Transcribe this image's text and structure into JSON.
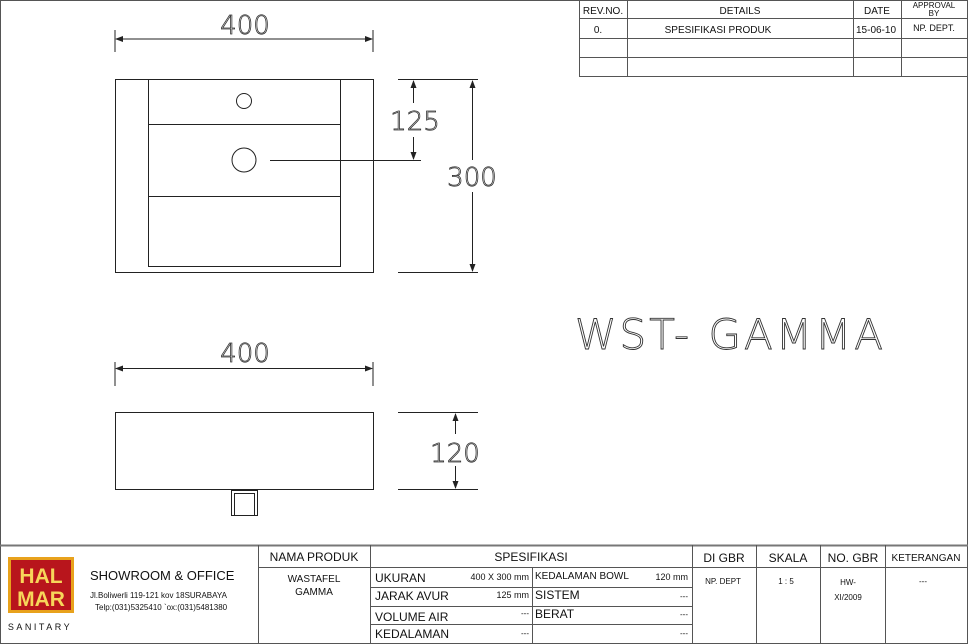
{
  "revision_table": {
    "headers": [
      "REV.NO.",
      "DETAILS",
      "DATE",
      "APPROVAL",
      "BY"
    ],
    "rows": [
      {
        "rev": "0.",
        "details": "SPESIFIKASI PRODUK",
        "date": "15-06-10",
        "approval": "NP. DEPT."
      }
    ]
  },
  "drawing": {
    "top_width": "400",
    "tap_distance": "125",
    "depth": "300",
    "front_width": "400",
    "height": "120",
    "model_title": "WST-   GAMMA"
  },
  "title_block": {
    "logo": {
      "line1": "HAL",
      "line2": "MAR",
      "tagline": "SANITARY"
    },
    "company": {
      "heading": "SHOWROOM & OFFICE",
      "address": "Jl.Boliwerli 119-121 kov 18SURABAYA",
      "phone": "Telp:(031)5325410 `ox:(031)5481380"
    },
    "nama_produk_label": "NAMA PRODUK",
    "nama_produk_line1": "WASTAFEL",
    "nama_produk_line2": "GAMMA",
    "spesifikasi_label": "SPESIFIKASI",
    "specs_left": [
      {
        "label": "UKURAN",
        "value": "400 X 300 mm"
      },
      {
        "label": "JARAK AVUR",
        "value": "125 mm"
      },
      {
        "label": "VOLUME AIR",
        "value": "---"
      },
      {
        "label": "KEDALAMAN",
        "value": "---"
      }
    ],
    "specs_right": [
      {
        "label": "KEDALAMAN BOWL",
        "value": "120 mm"
      },
      {
        "label": "SISTEM",
        "value": "---"
      },
      {
        "label": "BERAT",
        "value": "---"
      },
      {
        "label": "",
        "value": "---"
      }
    ],
    "di_gbr_label": "DI GBR",
    "di_gbr_value": "NP. DEPT",
    "skala_label": "SKALA",
    "skala_value": "1 : 5",
    "no_gbr_label": "NO. GBR",
    "no_gbr_line1": "HW-",
    "no_gbr_line2": "XI/2009",
    "keterangan_label": "KETERANGAN",
    "keterangan_value": "---"
  }
}
